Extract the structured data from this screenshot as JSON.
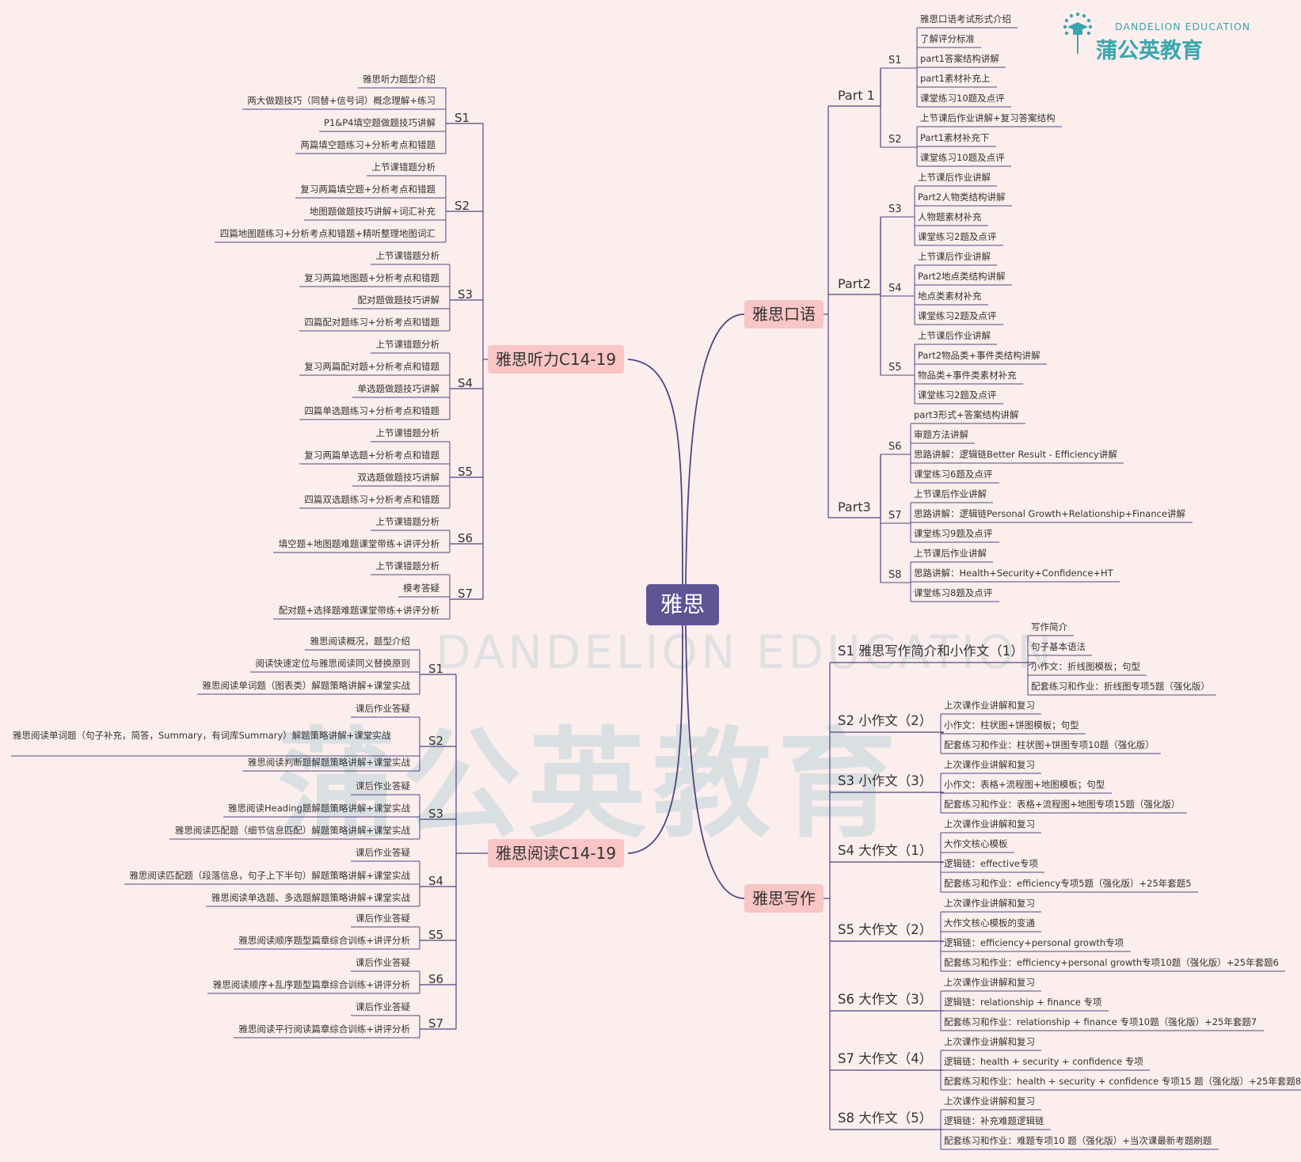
{
  "watermark": {
    "text_en": "DANDELION EDUCATION",
    "text_cn": "蒲公英教育"
  },
  "logo": {
    "text_en": "DANDELION EDUCATION",
    "text_cn": "蒲公英教育",
    "icon": "dandelion-mortarboard-icon",
    "color": "#3aa7ad"
  },
  "colors": {
    "background": "#fdeeee",
    "root_fill": "#5f5595",
    "branch_fill": "#f9c5c5",
    "line": "#4e4680"
  },
  "root": "雅思",
  "branches": [
    {
      "id": "listening",
      "label": "雅思听力C14-19",
      "sessions": [
        {
          "label": "S1",
          "items": [
            "雅思听力题型介绍",
            "两大做题技巧（同替+信号词）概念理解+练习",
            "P1&P4填空题做题技巧讲解",
            "两篇填空题练习+分析考点和错题"
          ]
        },
        {
          "label": "S2",
          "items": [
            "上节课错题分析",
            "复习两篇填空题+分析考点和错题",
            "地图题做题技巧讲解+词汇补充",
            "四篇地图题练习+分析考点和错题+精听整理地图词汇"
          ]
        },
        {
          "label": "S3",
          "items": [
            "上节课错题分析",
            "复习两篇地图题+分析考点和错题",
            "配对题做题技巧讲解",
            "四篇配对题练习+分析考点和错题"
          ]
        },
        {
          "label": "S4",
          "items": [
            "上节课错题分析",
            "复习两篇配对题+分析考点和错题",
            "单选题做题技巧讲解",
            "四篇单选题练习+分析考点和错题"
          ]
        },
        {
          "label": "S5",
          "items": [
            "上节课错题分析",
            "复习两篇单选题+分析考点和错题",
            "双选题做题技巧讲解",
            "四篇双选题练习+分析考点和错题"
          ]
        },
        {
          "label": "S6",
          "items": [
            "上节课错题分析",
            "填空题+地图题难题课堂带练+讲评分析"
          ]
        },
        {
          "label": "S7",
          "items": [
            "上节课错题分析",
            "模考答疑",
            "配对题+选择题难题课堂带练+讲评分析"
          ]
        }
      ]
    },
    {
      "id": "reading",
      "label": "雅思阅读C14-19",
      "sessions": [
        {
          "label": "S1",
          "items": [
            "雅思阅读概况，题型介绍",
            "阅读快速定位与雅思阅读同义替换原则",
            "雅思阅读单词题（图表类）解题策略讲解+课堂实战"
          ]
        },
        {
          "label": "S2",
          "items": [
            "课后作业答疑",
            "雅思阅读单词题（句子补充，简答，Summary，有词库Summary）解题策略讲解+课堂实战",
            "雅思阅读判断题解题策略讲解+课堂实战"
          ]
        },
        {
          "label": "S3",
          "items": [
            "课后作业答疑",
            "雅思阅读Heading题解题策略讲解+课堂实战",
            "雅思阅读匹配题（细节信息匹配）解题策略讲解+课堂实战"
          ]
        },
        {
          "label": "S4",
          "items": [
            "课后作业答疑",
            "雅思阅读匹配题（段落信息，句子上下半句）解题策略讲解+课堂实战",
            "雅思阅读单选题、多选题解题策略讲解+课堂实战"
          ]
        },
        {
          "label": "S5",
          "items": [
            "课后作业答疑",
            "雅思阅读顺序题型篇章综合训练+讲评分析"
          ]
        },
        {
          "label": "S6",
          "items": [
            "课后作业答疑",
            "雅思阅读顺序+乱序题型篇章综合训练+讲评分析"
          ]
        },
        {
          "label": "S7",
          "items": [
            "课后作业答疑",
            "雅思阅读平行阅读篇章综合训练+讲评分析"
          ]
        }
      ]
    },
    {
      "id": "speaking",
      "label": "雅思口语",
      "parts": [
        {
          "label": "Part 1",
          "sessions": [
            {
              "label": "S1",
              "items": [
                "雅思口语考试形式介绍",
                "了解评分标准",
                "part1答案结构讲解",
                "part1素材补充上",
                "课堂练习10题及点评"
              ]
            },
            {
              "label": "S2",
              "items": [
                "上节课后作业讲解+复习答案结构",
                "Part1素材补充下",
                "课堂练习10题及点评"
              ]
            }
          ]
        },
        {
          "label": "Part2",
          "sessions": [
            {
              "label": "S3",
              "items": [
                "上节课后作业讲解",
                "Part2人物类结构讲解",
                "人物题素材补充",
                "课堂练习2题及点评"
              ]
            },
            {
              "label": "S4",
              "items": [
                "上节课后作业讲解",
                "Part2地点类结构讲解",
                "地点类素材补充",
                "课堂练习2题及点评"
              ]
            },
            {
              "label": "S5",
              "items": [
                "上节课后作业讲解",
                "Part2物品类+事件类结构讲解",
                "物品类+事件类素材补充",
                "课堂练习2题及点评"
              ]
            }
          ]
        },
        {
          "label": "Part3",
          "sessions": [
            {
              "label": "S6",
              "items": [
                "part3形式+答案结构讲解",
                "审题方法讲解",
                "思路讲解：逻辑链Better Result - Efficiency讲解",
                "课堂练习6题及点评"
              ]
            },
            {
              "label": "S7",
              "items": [
                "上节课后作业讲解",
                "思路讲解：逻辑链Personal Growth+Relationship+Finance讲解",
                "课堂练习9题及点评"
              ]
            },
            {
              "label": "S8",
              "items": [
                "上节课后作业讲解",
                "思路讲解：Health+Security+Confidence+HT",
                "课堂练习8题及点评"
              ]
            }
          ]
        }
      ]
    },
    {
      "id": "writing",
      "label": "雅思写作",
      "sessions": [
        {
          "label": "S1 雅思写作简介和小作文（1）",
          "items": [
            "写作简介",
            "句子基本语法",
            "小作文：折线图模板；句型",
            "配套练习和作业：折线图专项5题（强化版）"
          ]
        },
        {
          "label": "S2 小作文（2）",
          "items": [
            "上次课作业讲解和复习",
            "小作文：柱状图+饼图模板；句型",
            "配套练习和作业：柱状图+饼图专项10题（强化版）"
          ]
        },
        {
          "label": "S3 小作文（3）",
          "items": [
            "上次课作业讲解和复习",
            "小作文：表格+流程图+地图模板；句型",
            "配套练习和作业：表格+流程图+地图专项15题（强化版）"
          ]
        },
        {
          "label": "S4 大作文（1）",
          "items": [
            "上次课作业讲解和复习",
            "大作文核心模板",
            "逻辑链：effective专项",
            "配套练习和作业：efficiency专项5题（强化版）+25年套题5"
          ]
        },
        {
          "label": "S5 大作文（2）",
          "items": [
            "上次课作业讲解和复习",
            "大作文核心模板的变通",
            "逻辑链：efficiency+personal growth专项",
            "配套练习和作业：efficiency+personal growth专项10题（强化版）+25年套题6"
          ]
        },
        {
          "label": "S6 大作文（3）",
          "items": [
            "上次课作业讲解和复习",
            "逻辑链：relationship + finance 专项",
            "配套练习和作业：relationship + finance 专项10题（强化版）+25年套题7"
          ]
        },
        {
          "label": "S7 大作文（4）",
          "items": [
            "上次课作业讲解和复习",
            "逻辑链：health + security + confidence 专项",
            "配套练习和作业：health + security + confidence 专项15 题（强化版）+25年套题8"
          ]
        },
        {
          "label": "S8 大作文（5）",
          "items": [
            "上次课作业讲解和复习",
            "逻辑链：补充难题逻辑链",
            "配套练习和作业：难题专项10 题（强化版）+当次课最新考题刷题"
          ]
        }
      ]
    }
  ]
}
